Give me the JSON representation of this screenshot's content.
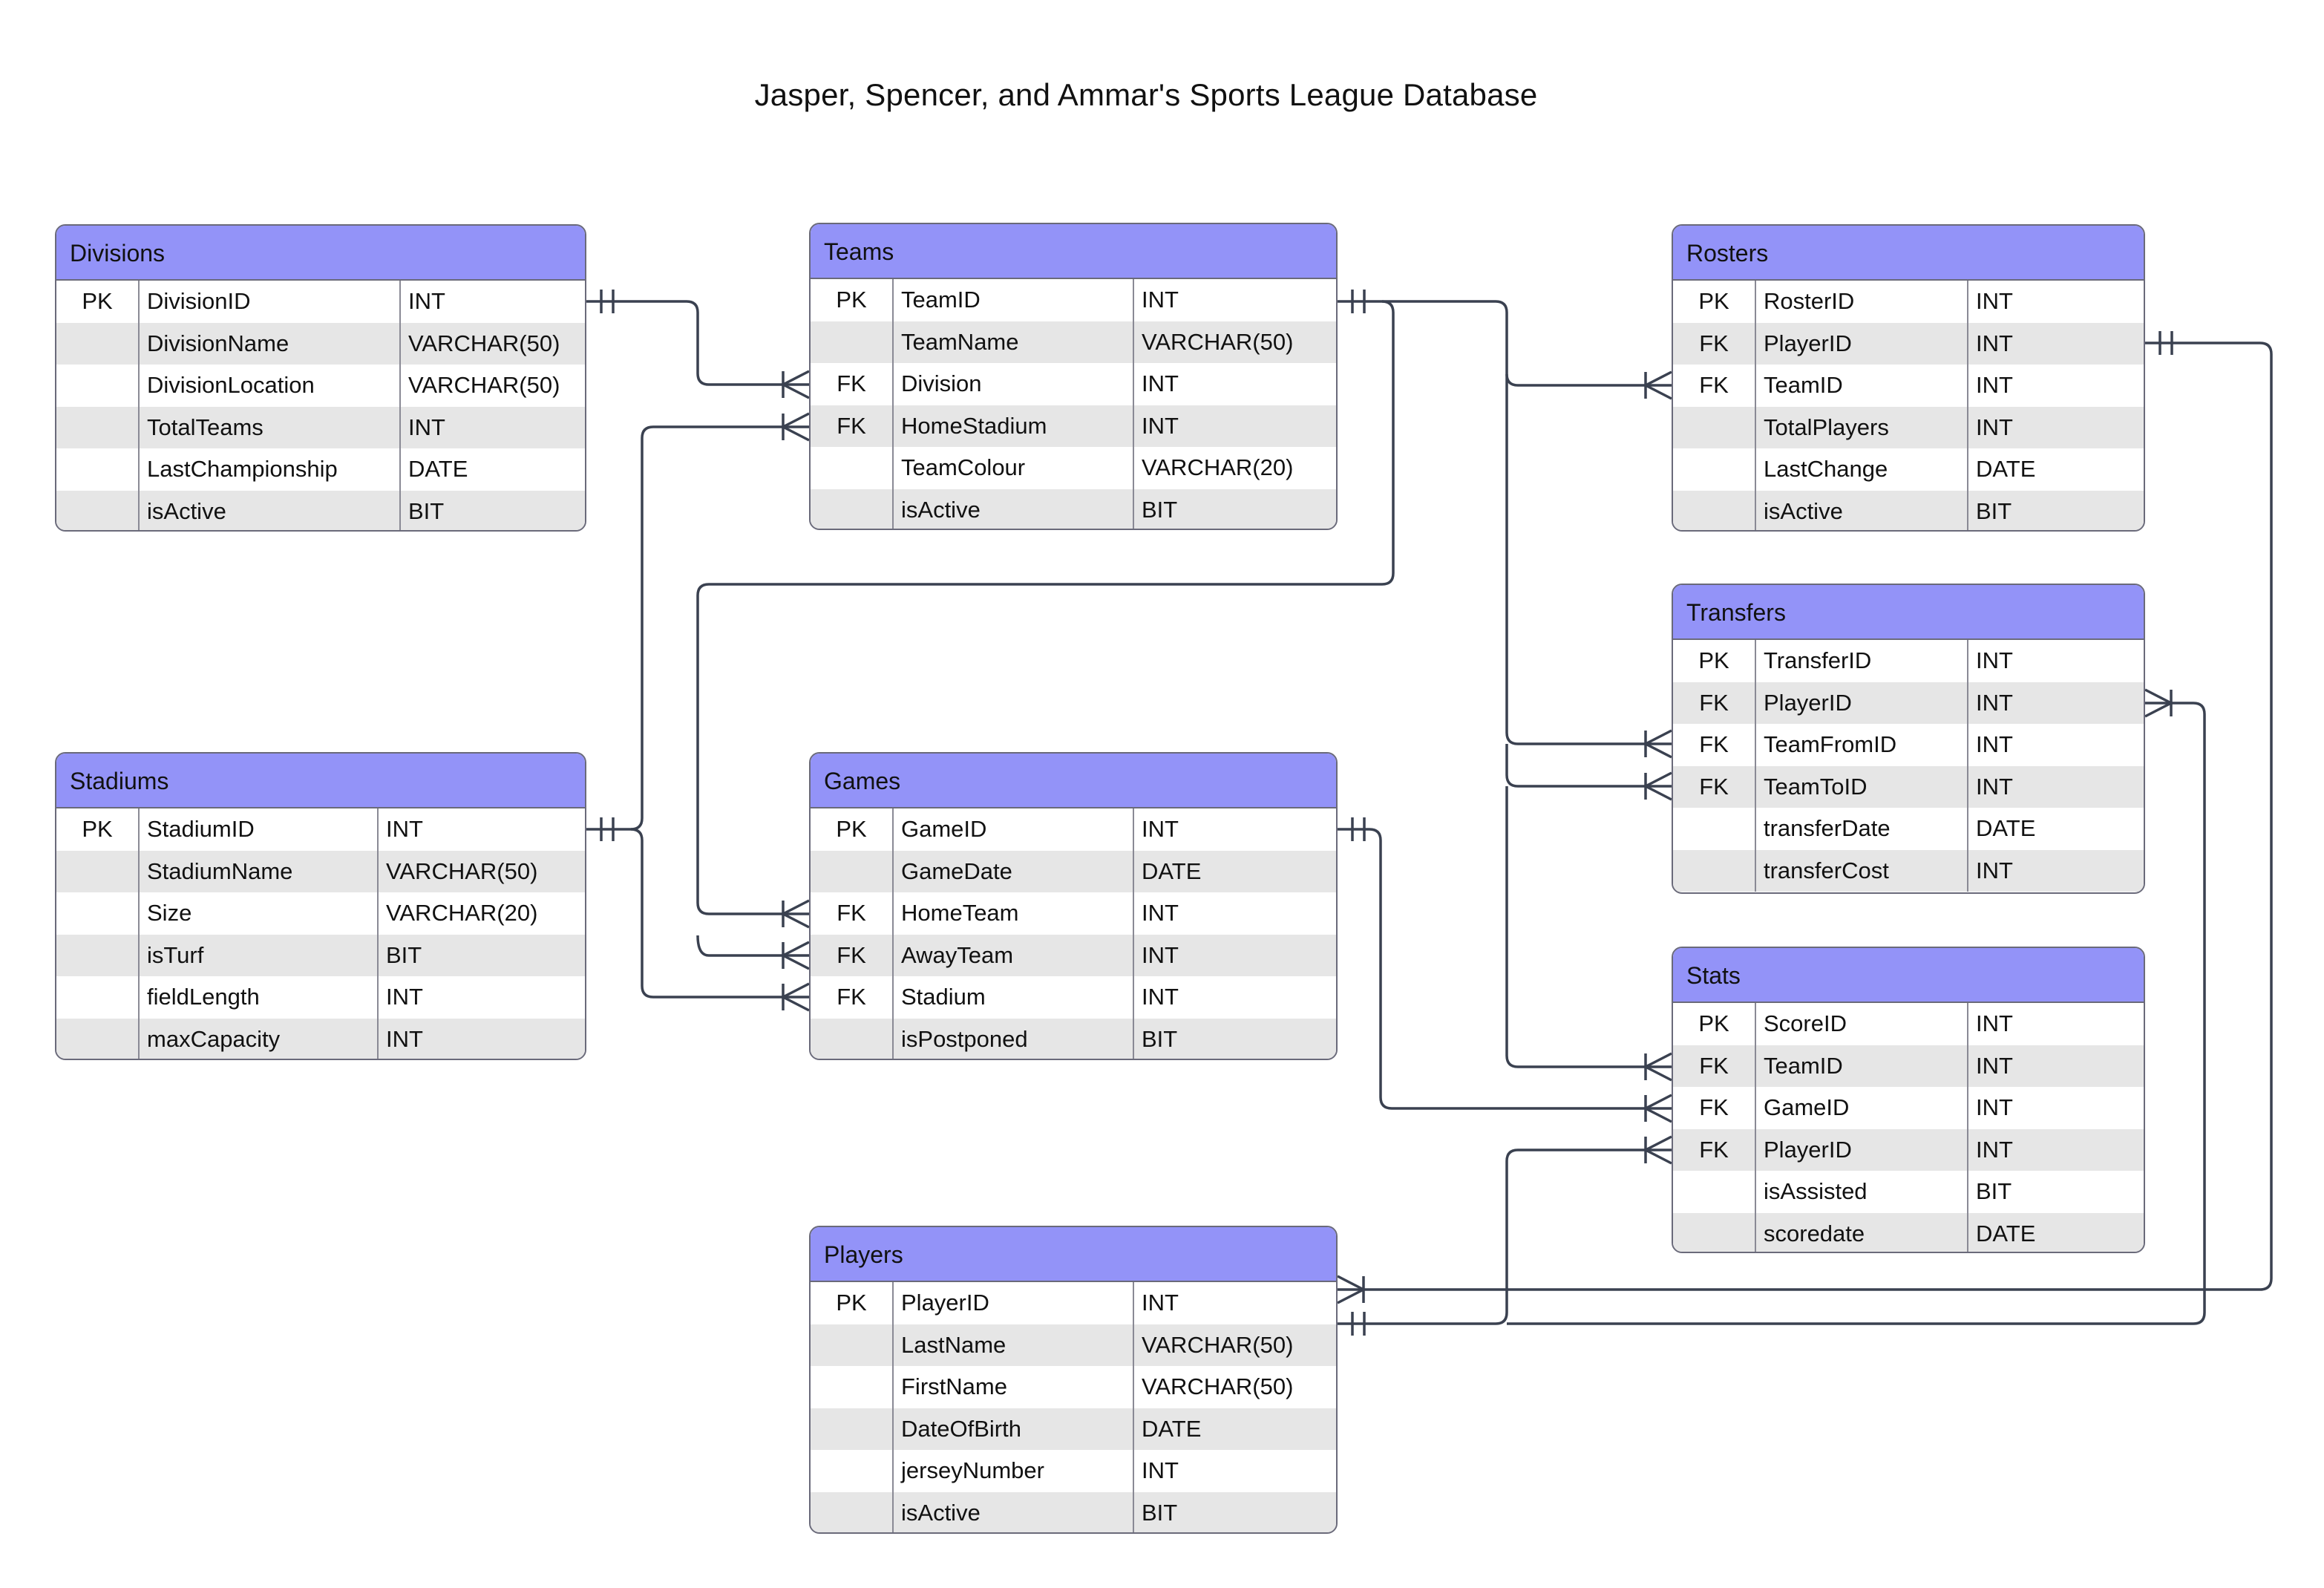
{
  "title": "Jasper, Spencer, and Ammar's Sports League Database",
  "colors": {
    "header": "#9393f8",
    "border": "#6a6a7a",
    "line": "#3a4150",
    "stripe": "#e6e6e6"
  },
  "entities": {
    "divisions": {
      "name": "Divisions",
      "fields": [
        {
          "key": "PK",
          "name": "DivisionID",
          "type": "INT"
        },
        {
          "key": "",
          "name": "DivisionName",
          "type": "VARCHAR(50)"
        },
        {
          "key": "",
          "name": "DivisionLocation",
          "type": "VARCHAR(50)"
        },
        {
          "key": "",
          "name": "TotalTeams",
          "type": "INT"
        },
        {
          "key": "",
          "name": "LastChampionship",
          "type": "DATE"
        },
        {
          "key": "",
          "name": "isActive",
          "type": "BIT"
        }
      ]
    },
    "teams": {
      "name": "Teams",
      "fields": [
        {
          "key": "PK",
          "name": "TeamID",
          "type": "INT"
        },
        {
          "key": "",
          "name": "TeamName",
          "type": "VARCHAR(50)"
        },
        {
          "key": "FK",
          "name": "Division",
          "type": "INT"
        },
        {
          "key": "FK",
          "name": "HomeStadium",
          "type": "INT"
        },
        {
          "key": "",
          "name": "TeamColour",
          "type": "VARCHAR(20)"
        },
        {
          "key": "",
          "name": "isActive",
          "type": "BIT"
        }
      ]
    },
    "rosters": {
      "name": "Rosters",
      "fields": [
        {
          "key": "PK",
          "name": "RosterID",
          "type": "INT"
        },
        {
          "key": "FK",
          "name": "PlayerID",
          "type": "INT"
        },
        {
          "key": "FK",
          "name": "TeamID",
          "type": "INT"
        },
        {
          "key": "",
          "name": "TotalPlayers",
          "type": "INT"
        },
        {
          "key": "",
          "name": "LastChange",
          "type": "DATE"
        },
        {
          "key": "",
          "name": "isActive",
          "type": "BIT"
        }
      ]
    },
    "transfers": {
      "name": "Transfers",
      "fields": [
        {
          "key": "PK",
          "name": "TransferID",
          "type": "INT"
        },
        {
          "key": "FK",
          "name": "PlayerID",
          "type": "INT"
        },
        {
          "key": "FK",
          "name": "TeamFromID",
          "type": "INT"
        },
        {
          "key": "FK",
          "name": "TeamToID",
          "type": "INT"
        },
        {
          "key": "",
          "name": "transferDate",
          "type": "DATE"
        },
        {
          "key": "",
          "name": "transferCost",
          "type": "INT"
        }
      ]
    },
    "stadiums": {
      "name": "Stadiums",
      "fields": [
        {
          "key": "PK",
          "name": "StadiumID",
          "type": "INT"
        },
        {
          "key": "",
          "name": "StadiumName",
          "type": "VARCHAR(50)"
        },
        {
          "key": "",
          "name": "Size",
          "type": "VARCHAR(20)"
        },
        {
          "key": "",
          "name": "isTurf",
          "type": "BIT"
        },
        {
          "key": "",
          "name": "fieldLength",
          "type": "INT"
        },
        {
          "key": "",
          "name": "maxCapacity",
          "type": "INT"
        }
      ]
    },
    "games": {
      "name": "Games",
      "fields": [
        {
          "key": "PK",
          "name": "GameID",
          "type": "INT"
        },
        {
          "key": "",
          "name": "GameDate",
          "type": "DATE"
        },
        {
          "key": "FK",
          "name": "HomeTeam",
          "type": "INT"
        },
        {
          "key": "FK",
          "name": "AwayTeam",
          "type": "INT"
        },
        {
          "key": "FK",
          "name": "Stadium",
          "type": "INT"
        },
        {
          "key": "",
          "name": "isPostponed",
          "type": "BIT"
        }
      ]
    },
    "stats": {
      "name": "Stats",
      "fields": [
        {
          "key": "PK",
          "name": "ScoreID",
          "type": "INT"
        },
        {
          "key": "FK",
          "name": "TeamID",
          "type": "INT"
        },
        {
          "key": "FK",
          "name": "GameID",
          "type": "INT"
        },
        {
          "key": "FK",
          "name": "PlayerID",
          "type": "INT"
        },
        {
          "key": "",
          "name": "isAssisted",
          "type": "BIT"
        },
        {
          "key": "",
          "name": "scoredate",
          "type": "DATE"
        }
      ]
    },
    "players": {
      "name": "Players",
      "fields": [
        {
          "key": "PK",
          "name": "PlayerID",
          "type": "INT"
        },
        {
          "key": "",
          "name": "LastName",
          "type": "VARCHAR(50)"
        },
        {
          "key": "",
          "name": "FirstName",
          "type": "VARCHAR(50)"
        },
        {
          "key": "",
          "name": "DateOfBirth",
          "type": "DATE"
        },
        {
          "key": "",
          "name": "jerseyNumber",
          "type": "INT"
        },
        {
          "key": "",
          "name": "isActive",
          "type": "BIT"
        }
      ]
    }
  },
  "relationships": [
    {
      "from": "Divisions.DivisionID",
      "to": "Teams.Division",
      "from_card": "one",
      "to_card": "many"
    },
    {
      "from": "Stadiums.StadiumID",
      "to": "Teams.HomeStadium",
      "from_card": "one",
      "to_card": "many"
    },
    {
      "from": "Stadiums.StadiumID",
      "to": "Games.Stadium",
      "from_card": "one",
      "to_card": "many"
    },
    {
      "from": "Teams.TeamID",
      "to": "Games.HomeTeam",
      "from_card": "one",
      "to_card": "many"
    },
    {
      "from": "Teams.TeamID",
      "to": "Games.AwayTeam",
      "from_card": "one",
      "to_card": "many"
    },
    {
      "from": "Teams.TeamID",
      "to": "Rosters.TeamID",
      "from_card": "one",
      "to_card": "many"
    },
    {
      "from": "Teams.TeamID",
      "to": "Transfers.TeamFromID",
      "from_card": "one",
      "to_card": "many"
    },
    {
      "from": "Teams.TeamID",
      "to": "Transfers.TeamToID",
      "from_card": "one",
      "to_card": "many"
    },
    {
      "from": "Teams.TeamID",
      "to": "Stats.TeamID",
      "from_card": "one",
      "to_card": "many"
    },
    {
      "from": "Games.GameID",
      "to": "Stats.GameID",
      "from_card": "one",
      "to_card": "many"
    },
    {
      "from": "Players.PlayerID",
      "to": "Stats.PlayerID",
      "from_card": "one",
      "to_card": "many"
    },
    {
      "from": "Players.PlayerID",
      "to": "Transfers.PlayerID",
      "from_card": "one",
      "to_card": "many"
    },
    {
      "from": "Rosters.PlayerID",
      "to": "Players",
      "from_card": "one",
      "to_card": "many"
    }
  ]
}
